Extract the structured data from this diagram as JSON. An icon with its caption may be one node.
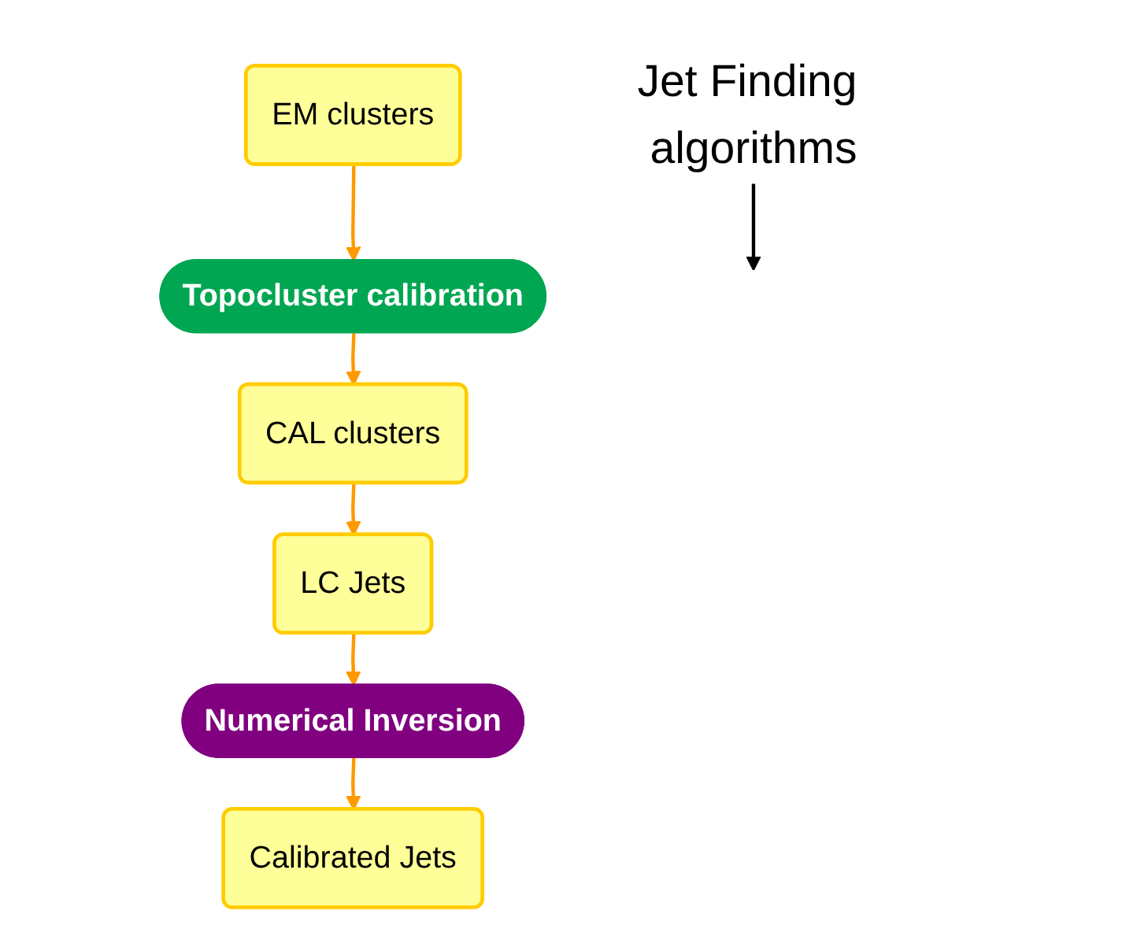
{
  "diagram": {
    "nodes": [
      {
        "text": [
          "EM clusters"
        ]
      },
      {
        "text": [
          "Topocluster calibration"
        ]
      },
      {
        "text": [
          "CAL clusters"
        ]
      },
      {
        "text": [
          "LC Jets"
        ]
      },
      {
        "text": [
          "Numerical Inversion"
        ]
      },
      {
        "text": [
          "Calibrated Jets"
        ]
      },
      {
        "text": [
          "Jet Finding algorithms"
        ]
      }
    ],
    "edges": [
      {
        "from": 0,
        "to": 1,
        "arrow": "to"
      },
      {
        "from": 1,
        "to": 2,
        "arrow": "to"
      },
      {
        "from": 2,
        "to": 3,
        "arrow": "to"
      },
      {
        "from": 3,
        "to": 4,
        "arrow": "to"
      },
      {
        "from": 4,
        "to": 5,
        "arrow": "to"
      },
      {
        "from": 6,
        "to": null,
        "arrow": "to",
        "color": "#000000"
      }
    ]
  }
}
